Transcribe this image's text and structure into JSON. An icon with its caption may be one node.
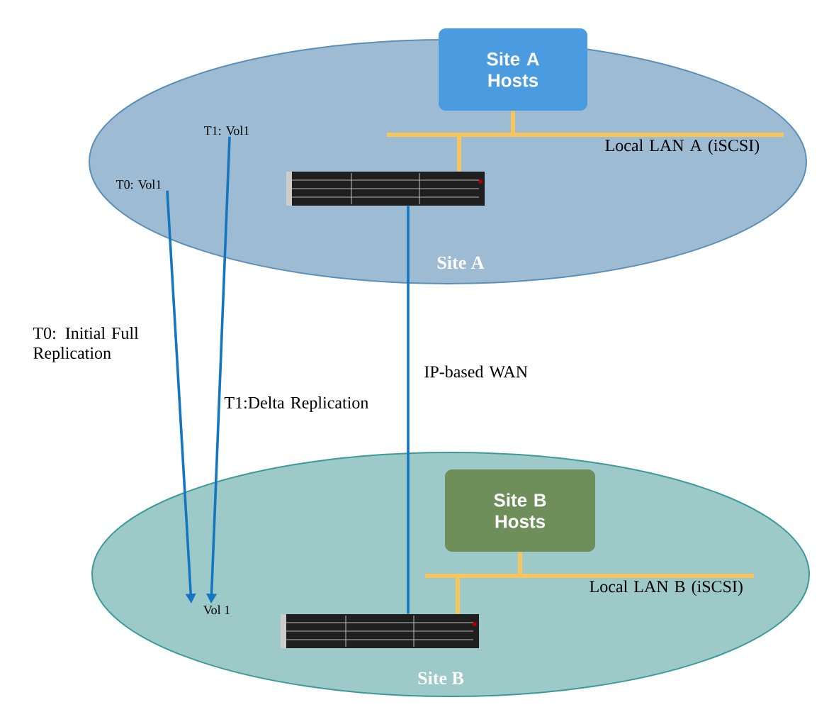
{
  "diagram": {
    "nodes": [
      {
        "text": [
          "Site A"
        ]
      },
      {
        "text": [
          "Site A Hosts"
        ],
        "in": 0
      },
      {
        "text": [],
        "shape": "picture",
        "in": 0
      },
      {
        "text": [
          "T0: Vol1"
        ],
        "in": 0
      },
      {
        "text": [
          "T1: Vol1"
        ],
        "in": 0
      },
      {
        "text": [
          "Site B"
        ]
      },
      {
        "text": [
          "Site B Hosts"
        ],
        "in": 5
      },
      {
        "text": [],
        "shape": "picture",
        "in": 5
      },
      {
        "text": [
          "Vol 1"
        ],
        "in": 5
      }
    ],
    "edges": [
      {
        "from": 3,
        "to": 8,
        "arrow": "to",
        "label": "T0: Initial Full Replication"
      },
      {
        "from": 4,
        "to": 8,
        "arrow": "to",
        "label": "T1:Delta Replication"
      },
      {
        "from": 2,
        "to": 7,
        "arrow": "none",
        "label": "IP-based WAN"
      },
      {
        "from": 1,
        "to": 2,
        "arrow": "none",
        "label": "Local LAN A (iSCSI)",
        "color": "#f7c55c"
      },
      {
        "from": 6,
        "to": 7,
        "arrow": "none",
        "label": "Local LAN B (iSCSI)",
        "color": "#f7c55c"
      }
    ]
  }
}
